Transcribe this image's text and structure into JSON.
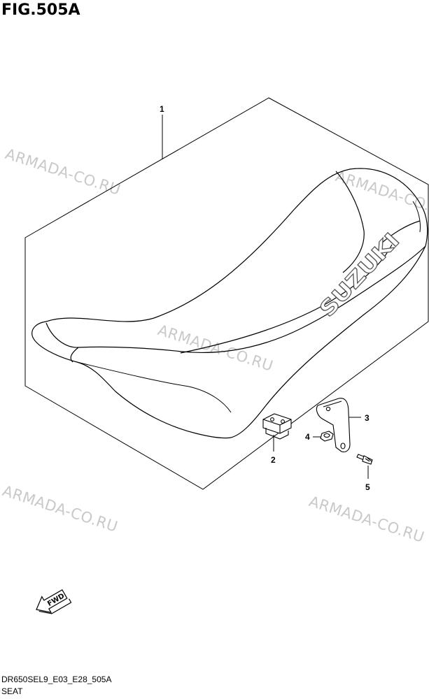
{
  "figure": {
    "title": "FIG.505A",
    "code": "DR650SEL9_E03_E28_505A",
    "section": "SEAT"
  },
  "watermark": {
    "text": "ARMADA-CO.RU",
    "color": "#c9c9c9"
  },
  "seat": {
    "brand_text": "SUZUKI"
  },
  "callouts": [
    {
      "number": "1",
      "part": "seat"
    },
    {
      "number": "2",
      "part": "block"
    },
    {
      "number": "3",
      "part": "bracket"
    },
    {
      "number": "4",
      "part": "nut"
    },
    {
      "number": "5",
      "part": "bolt"
    }
  ],
  "forward_arrow": {
    "label": "FWD"
  }
}
